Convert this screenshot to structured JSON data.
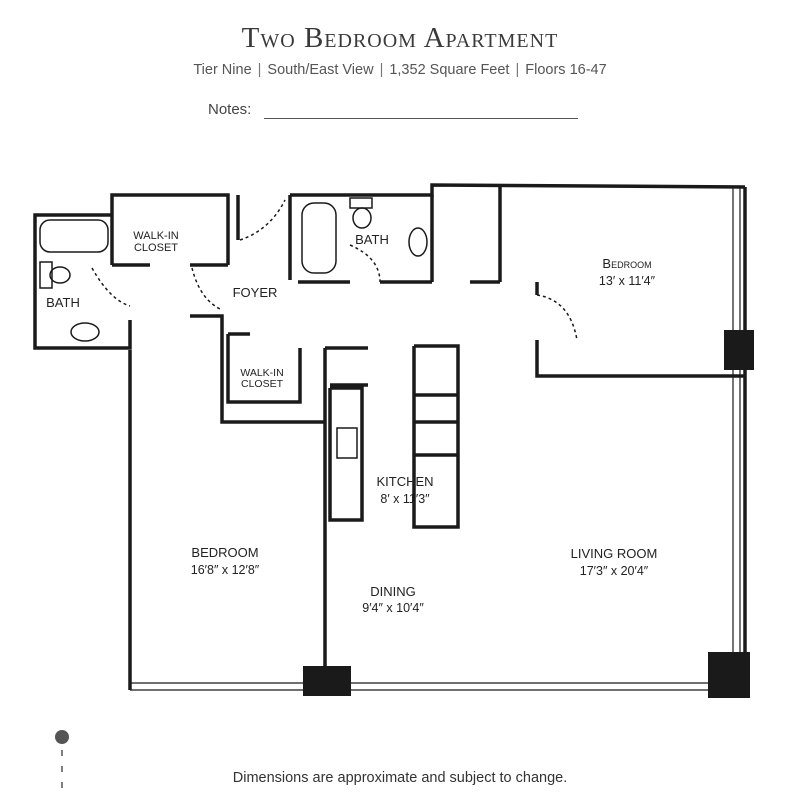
{
  "header": {
    "title": "Two Bedroom Apartment",
    "tier": "Tier Nine",
    "view": "South/East View",
    "area": "1,352 Square Feet",
    "floors": "Floors 16-47",
    "separator": "|"
  },
  "notes": {
    "label": "Notes:"
  },
  "rooms": {
    "walkin_closet_top": [
      "WALK-IN",
      "CLOSET"
    ],
    "bath_left": "BATH",
    "bath_center": "BATH",
    "foyer": "FOYER",
    "walkin_closet_mid": [
      "WALK-IN",
      "CLOSET"
    ],
    "bedroom_right": {
      "name": "Bedroom",
      "dims": "13′ x 11′4″"
    },
    "kitchen": {
      "name": "KITCHEN",
      "dims": "8′ x 11′3″"
    },
    "bedroom_left": {
      "name": "BEDROOM",
      "dims": "16′8″ x 12′8″"
    },
    "dining": {
      "name": "DINING",
      "dims": "9′4″ x 10′4″"
    },
    "living": {
      "name": "LIVING ROOM",
      "dims": "17′3″ x 20′4″"
    }
  },
  "footer": {
    "disclaimer": "Dimensions are approximate and subject to change."
  },
  "colors": {
    "wall": "#1a1a1a",
    "text": "#333333",
    "marker": "#555555"
  }
}
